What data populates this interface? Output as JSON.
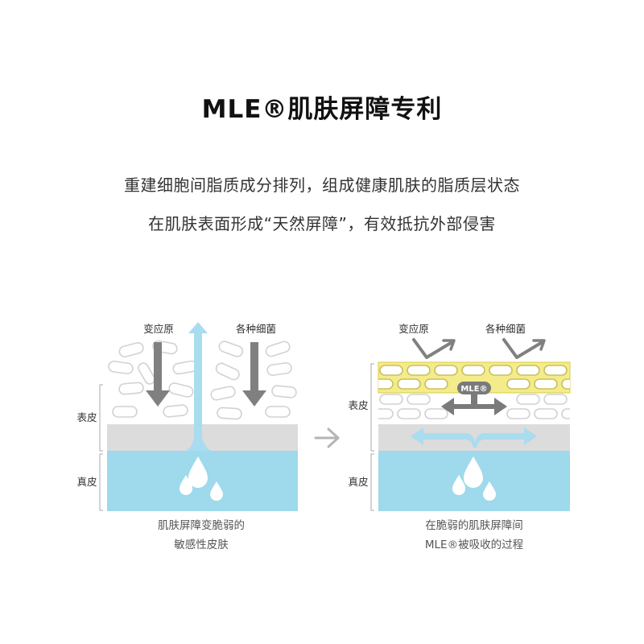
{
  "header": {
    "title": "MLE®肌肤屏障专利",
    "line1": "重建细胞间脂质成分排列，组成健康肌肤的脂质层状态",
    "line2": "在肌肤表面形成“天然屏障”，有效抵抗外部侵害"
  },
  "left_panel": {
    "label_irritant": "变应原",
    "label_bacteria": "各种细菌",
    "layer_epidermis": "表皮",
    "layer_dermis": "真皮",
    "caption_line1": "肌肤屏障变脆弱的",
    "caption_line2": "敏感性皮肤"
  },
  "right_panel": {
    "label_irritant": "变应原",
    "label_bacteria": "各种细菌",
    "mle_badge": "MLE®",
    "layer_epidermis": "表皮",
    "layer_dermis": "真皮",
    "caption_line1": "在脆弱的肌肤屏障间",
    "caption_line2": "MLE®被吸收的过程"
  },
  "colors": {
    "dermis": "#9ed9ec",
    "transition": "#dcdcdc",
    "cell_stroke": "#d2d2d2",
    "arrow_gray": "#808080",
    "water_arrow": "#a9dcef",
    "mle_yellow": "#f4ec8a",
    "mle_band_stroke": "#d8ce4a",
    "between_arrow": "#b0b0b0"
  }
}
